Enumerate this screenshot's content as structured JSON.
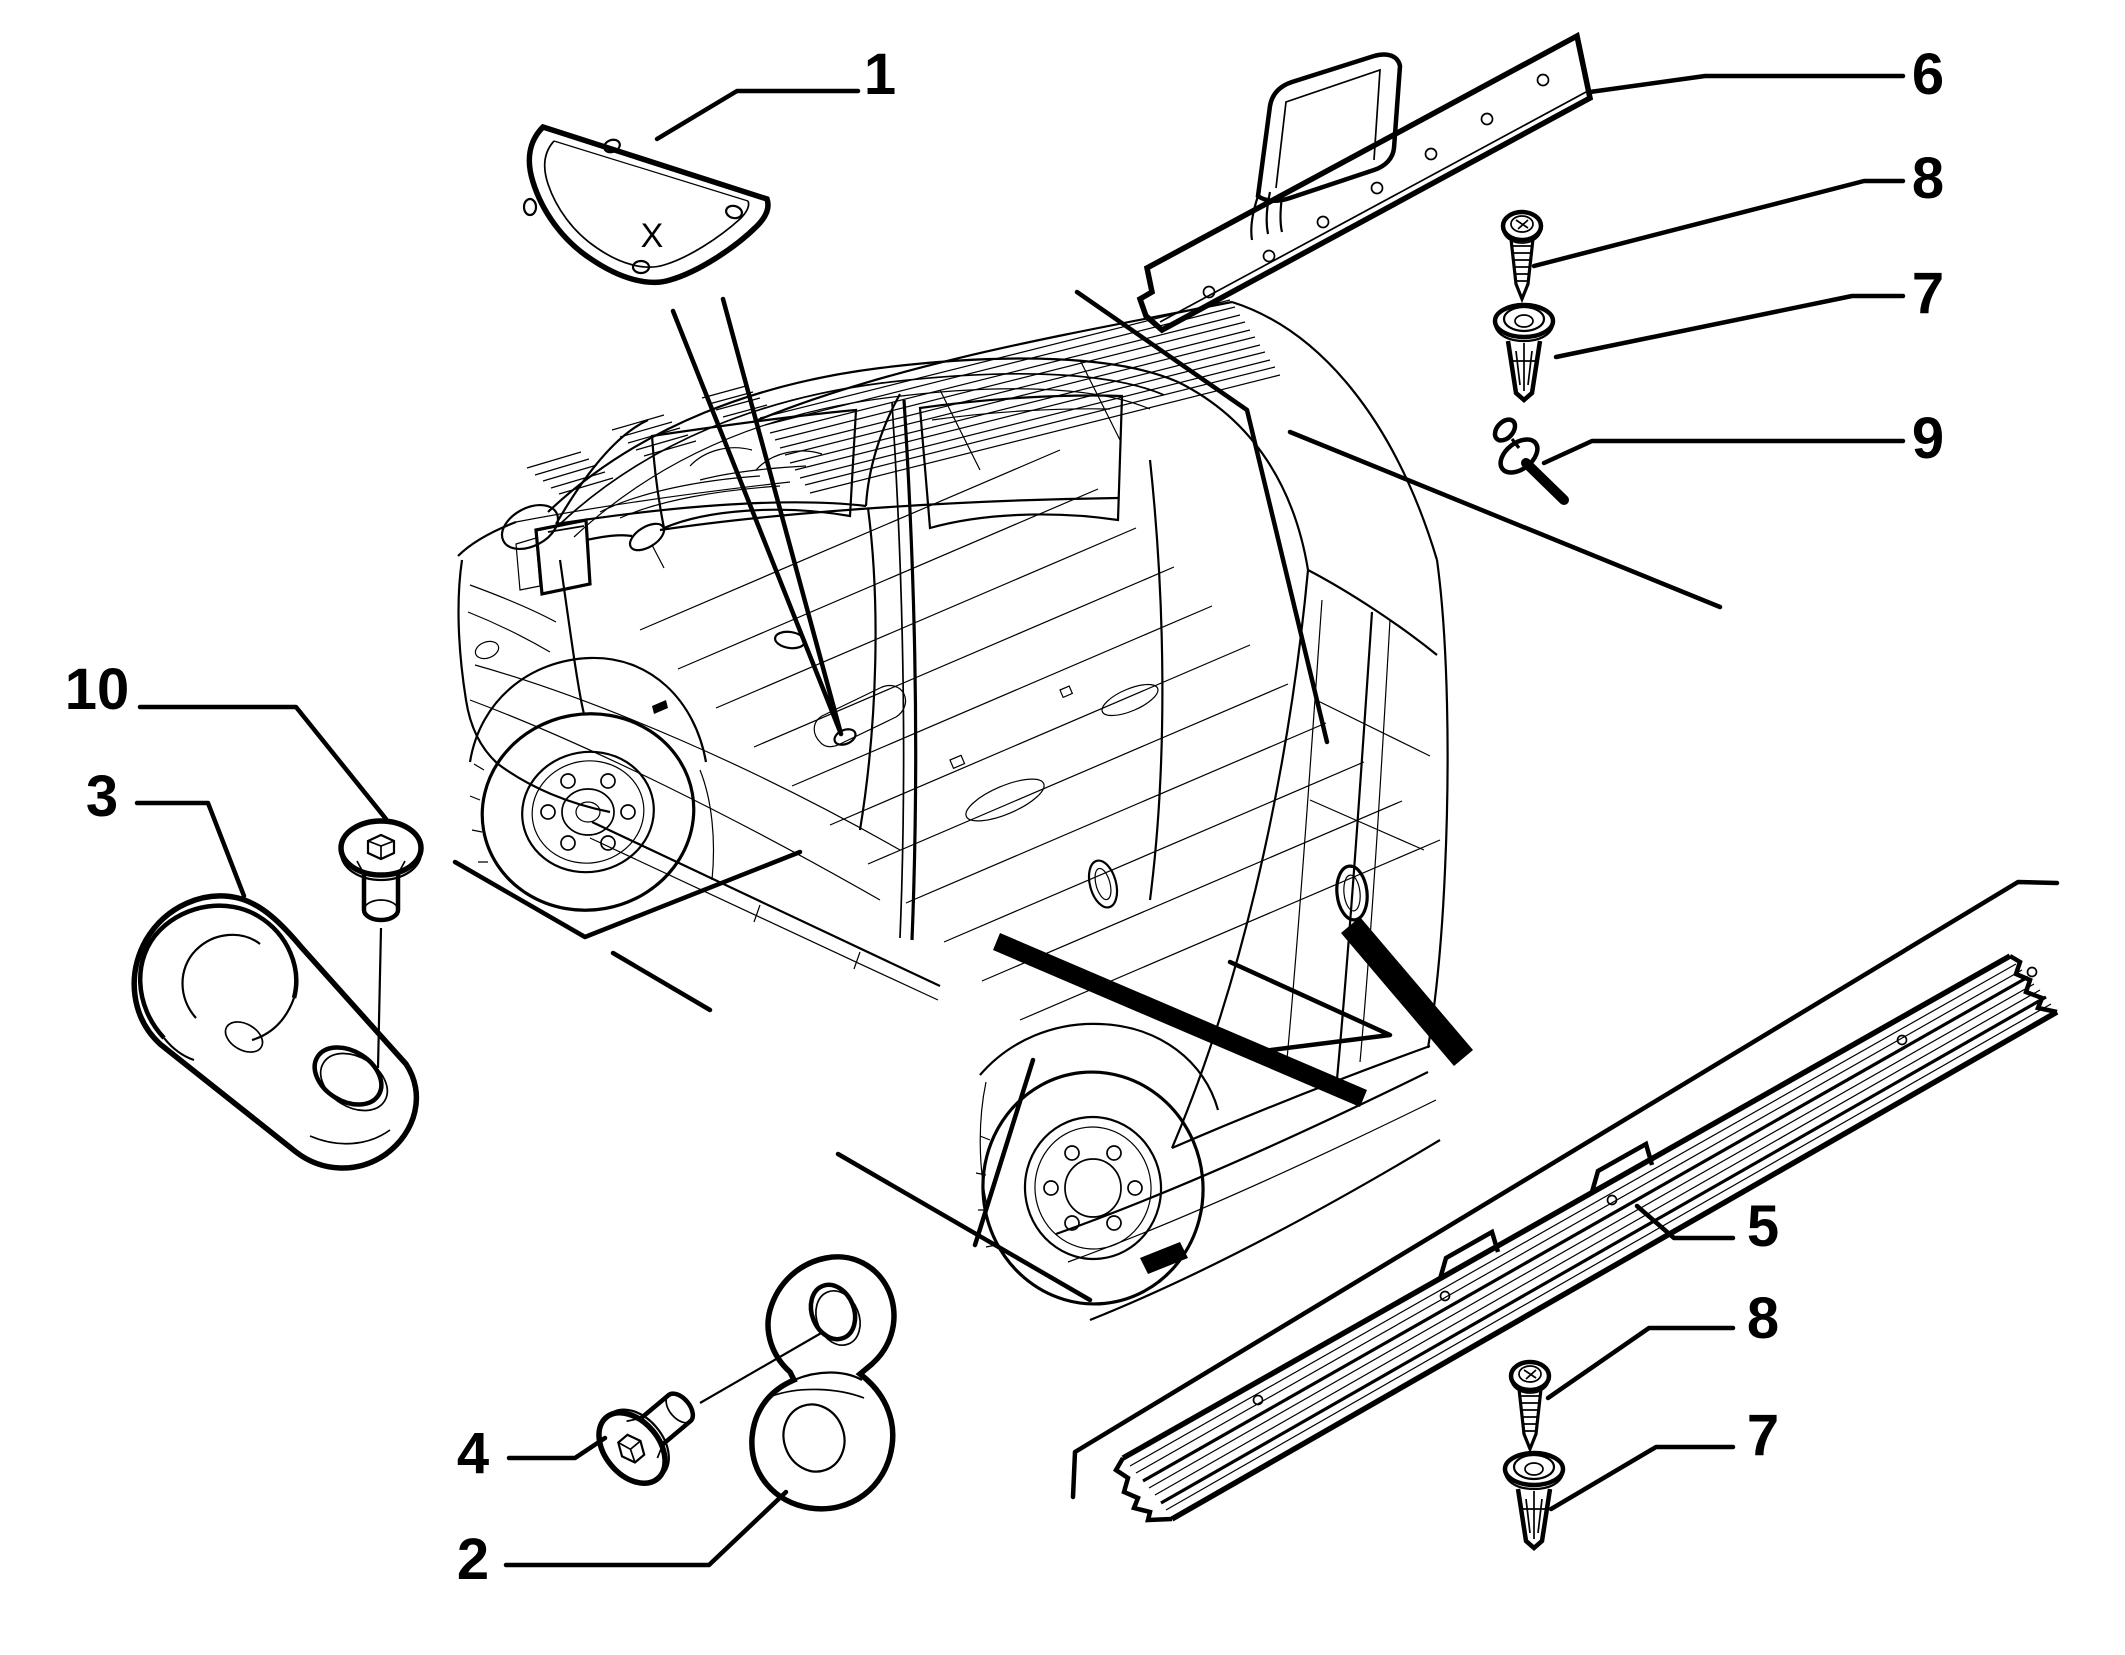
{
  "diagram": {
    "type": "exploded-parts-diagram",
    "background_color": "#ffffff",
    "line_color": "#000000",
    "callouts": [
      {
        "id": "callout-1",
        "label": "1"
      },
      {
        "id": "callout-6",
        "label": "6"
      },
      {
        "id": "callout-8-top",
        "label": "8"
      },
      {
        "id": "callout-7-top",
        "label": "7"
      },
      {
        "id": "callout-9",
        "label": "9"
      },
      {
        "id": "callout-10",
        "label": "10"
      },
      {
        "id": "callout-3",
        "label": "3"
      },
      {
        "id": "callout-4",
        "label": "4"
      },
      {
        "id": "callout-2",
        "label": "2"
      },
      {
        "id": "callout-5",
        "label": "5"
      },
      {
        "id": "callout-8-bottom",
        "label": "8"
      },
      {
        "id": "callout-7-bottom",
        "label": "7"
      }
    ],
    "part_markings": {
      "cover_x_label": "X"
    }
  }
}
